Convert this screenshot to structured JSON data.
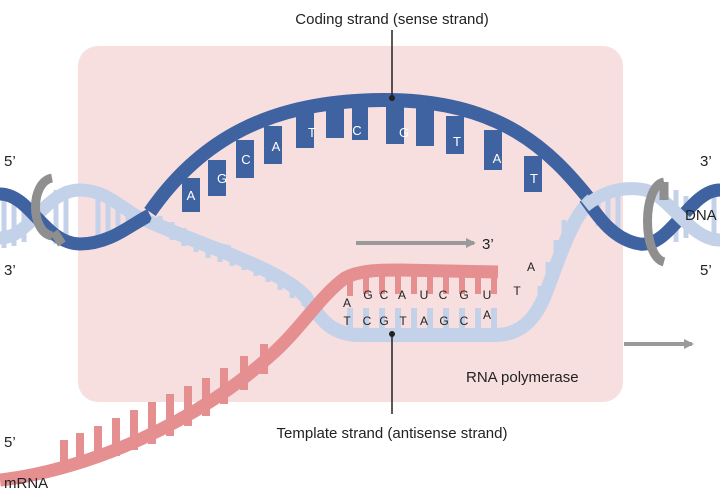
{
  "labels": {
    "coding_strand": "Coding strand (sense strand)",
    "template_strand": "Template strand (antisense strand)",
    "rna_polymerase": "RNA polymerase",
    "mrna": "mRNA",
    "dna": "DNA",
    "left_top_end": "5’",
    "left_bottom_end": "3’",
    "right_top_end": "3’",
    "right_bottom_end": "5’",
    "mrna_end": "5’",
    "arrow_end": "3’"
  },
  "coding_bases": [
    "A",
    "G",
    "C",
    "A",
    "T",
    "C",
    "G",
    "T",
    "A",
    "T"
  ],
  "rna_bases": [
    "A",
    "G",
    "C",
    "A",
    "U",
    "C",
    "G",
    "U"
  ],
  "template_bases": [
    "T",
    "C",
    "G",
    "T",
    "A",
    "G",
    "C",
    "A"
  ],
  "unpaired_template_bases": [
    "A",
    "T"
  ],
  "colors": {
    "coding": "#3f62a1",
    "template": "#c3d2e8",
    "mrna": "#e58f90",
    "polymerase": "#f7dfe0",
    "clamp": "#8f8f8f",
    "arrow": "#9a9a9a"
  }
}
